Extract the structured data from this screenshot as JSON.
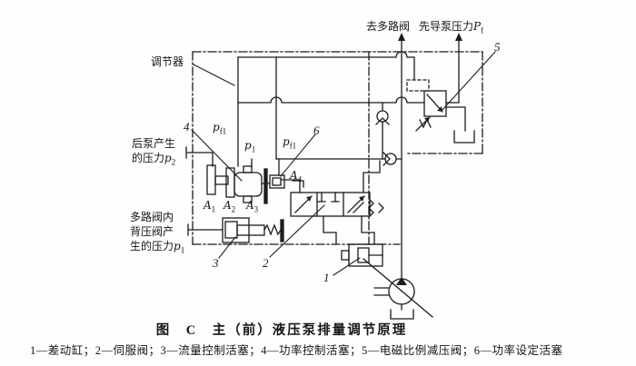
{
  "figure": {
    "caption": "图　C　主（前）液压泵排量调节原理",
    "legend": "1—差动缸；2—伺服阀；3—流量控制活塞；4—功率控制活塞；5—电磁比例减压阀；6—功率设定活塞"
  },
  "labels": {
    "regulator": "调节器",
    "to_multiway_valve": "去多路阀",
    "pilot_pump_pressure": {
      "text": "先导泵压力",
      "sym": "P",
      "sub": "f"
    },
    "rear_pump": {
      "line1": "后泵产生",
      "line2": "的压力",
      "sym": "p",
      "sub": "2"
    },
    "backpressure": {
      "line1": "多路阀内",
      "line2": "背压阀产",
      "line3": "生的压力",
      "sym": "p",
      "sub": "1"
    }
  },
  "ports": {
    "pf1_a": {
      "sym": "p",
      "sub": "f1"
    },
    "p1_top": {
      "sym": "p",
      "sub": "1"
    },
    "pf1_b": {
      "sym": "p",
      "sub": "f1"
    },
    "a1": {
      "sym": "A",
      "sub": "1"
    },
    "a2": {
      "sym": "A",
      "sub": "2"
    },
    "a3": {
      "sym": "A",
      "sub": "3"
    },
    "a4": {
      "sym": "A",
      "sub": "4"
    }
  },
  "callouts": {
    "c1": "1",
    "c2": "2",
    "c3": "3",
    "c4": "4",
    "c5": "5",
    "c6": "6"
  },
  "colors": {
    "line": "#1c1c1c",
    "background": "#fefefe"
  }
}
